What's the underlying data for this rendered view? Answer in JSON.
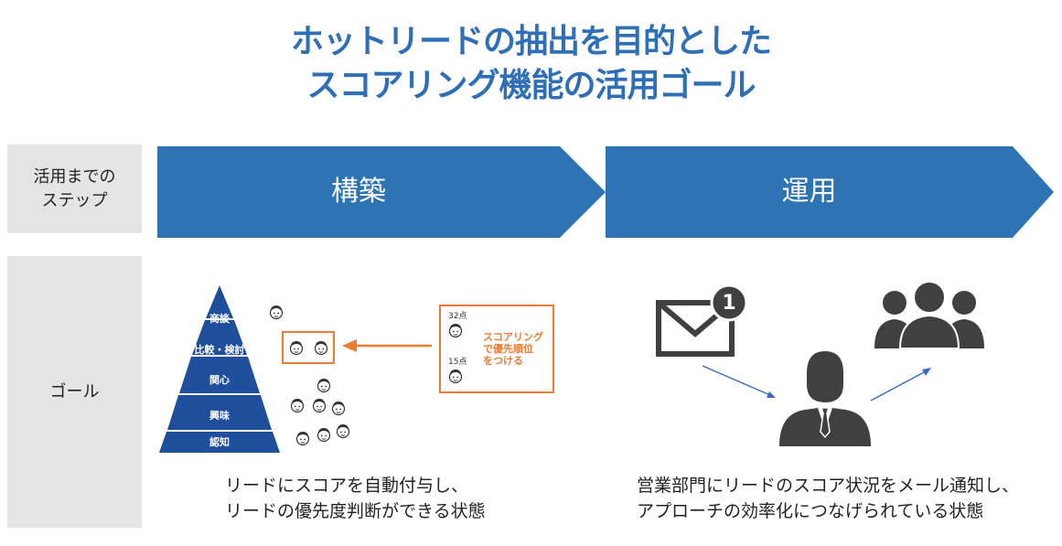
{
  "title": {
    "line1": "ホットリードの抽出を目的とした",
    "line2": "スコアリング機能の活用ゴール"
  },
  "rows": {
    "steps_label": [
      "活用までの",
      "ステップ"
    ],
    "goal_label": "ゴール"
  },
  "steps": [
    {
      "label": "構築"
    },
    {
      "label": "運用"
    }
  ],
  "pyramid": {
    "levels": [
      "商談",
      "比較・検討",
      "関心",
      "興味",
      "認知"
    ]
  },
  "scoring_box": {
    "points_top": "32点",
    "points_bottom": "15点",
    "text": [
      "スコアリング",
      "で優先順位",
      "をつける"
    ]
  },
  "notification": {
    "badge": "1"
  },
  "captions": {
    "left": [
      "リードにスコアを自動付与し、",
      "リードの優先度判断ができる状態"
    ],
    "right": [
      "営業部門にリードのスコア状況をメール通知し、",
      "アプローチの効率化につなげられている状態"
    ]
  },
  "colors": {
    "title": "#2f6fb7",
    "chevron": "#2e74b5",
    "pyramid": "#1f4e9b",
    "accent": "#ee7b30",
    "icon": "#404040",
    "label_bg": "#e4e4e4"
  },
  "icons": [
    "face-icon",
    "arrow-left-icon",
    "envelope-icon",
    "notification-badge-icon",
    "person-icon",
    "group-icon",
    "arrow-icon"
  ]
}
